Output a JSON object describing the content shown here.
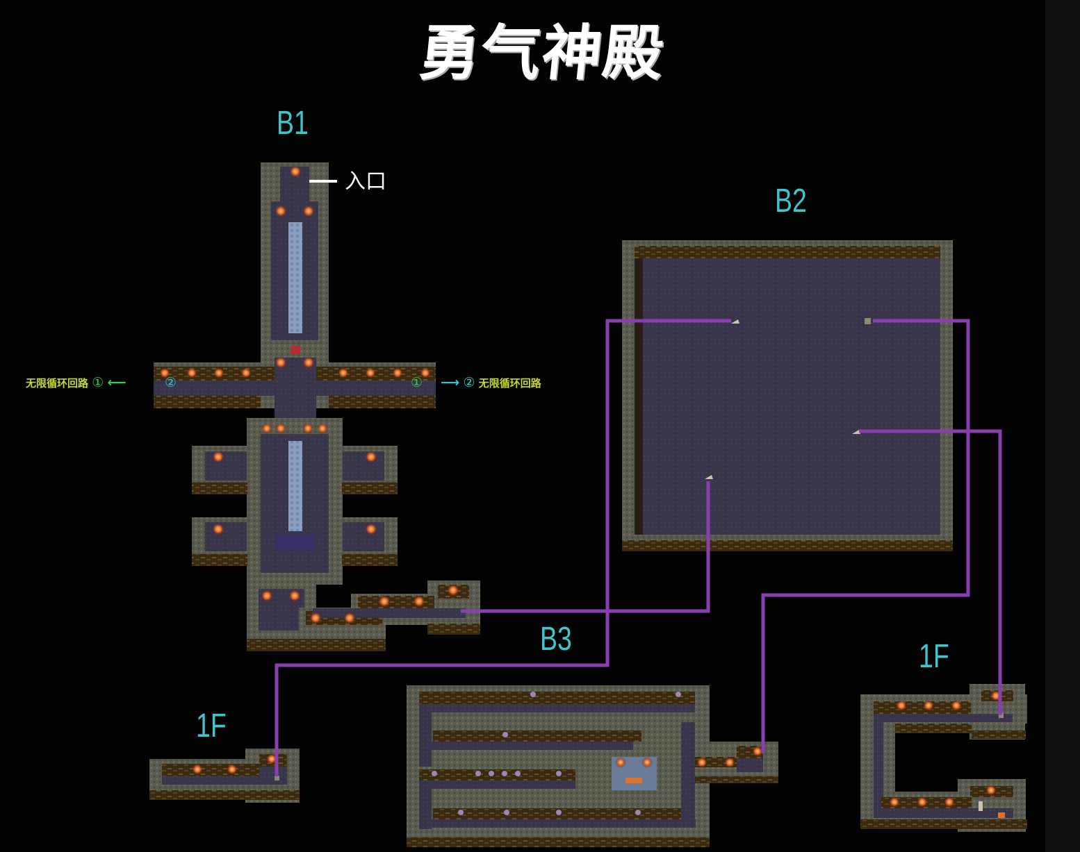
{
  "title": "勇气神殿",
  "floors": {
    "b1": "B1",
    "b2": "B2",
    "b3": "B3",
    "f1_left": "1F",
    "f1_right": "1F"
  },
  "annotations": {
    "entrance": "入口",
    "loop_left": {
      "text": "无限循环回路",
      "marker": "①",
      "arrow": "⟵",
      "corridor_marker": "②"
    },
    "loop_right": {
      "corridor_marker": "①",
      "arrow": "⟶",
      "marker": "②",
      "text": "无限循环回路"
    }
  },
  "colors": {
    "background": "#020202",
    "wall_stone": "#5c5e52",
    "wall_brick": "#3a2a14",
    "floor": "#3a3648",
    "carpet": "#8aa0c0",
    "torch": "#e2602a",
    "connector": "#8a3fb0",
    "floor_label": "#3ec6cc",
    "loop_text": "#c8d830"
  },
  "connections": [
    {
      "from": "B1 lower-right stairs",
      "to": "B2 stairs (upper-left)"
    },
    {
      "from": "B2 stairs (lower-left)",
      "to": "B1 lower-right stairs"
    },
    {
      "from": "B2 stairs (upper-right)",
      "to": "B3 right room"
    },
    {
      "from": "B2 stairs (middle-right)",
      "to": "1F right"
    },
    {
      "from": "B2 stairs (upper-left)",
      "to": "1F left"
    }
  ]
}
